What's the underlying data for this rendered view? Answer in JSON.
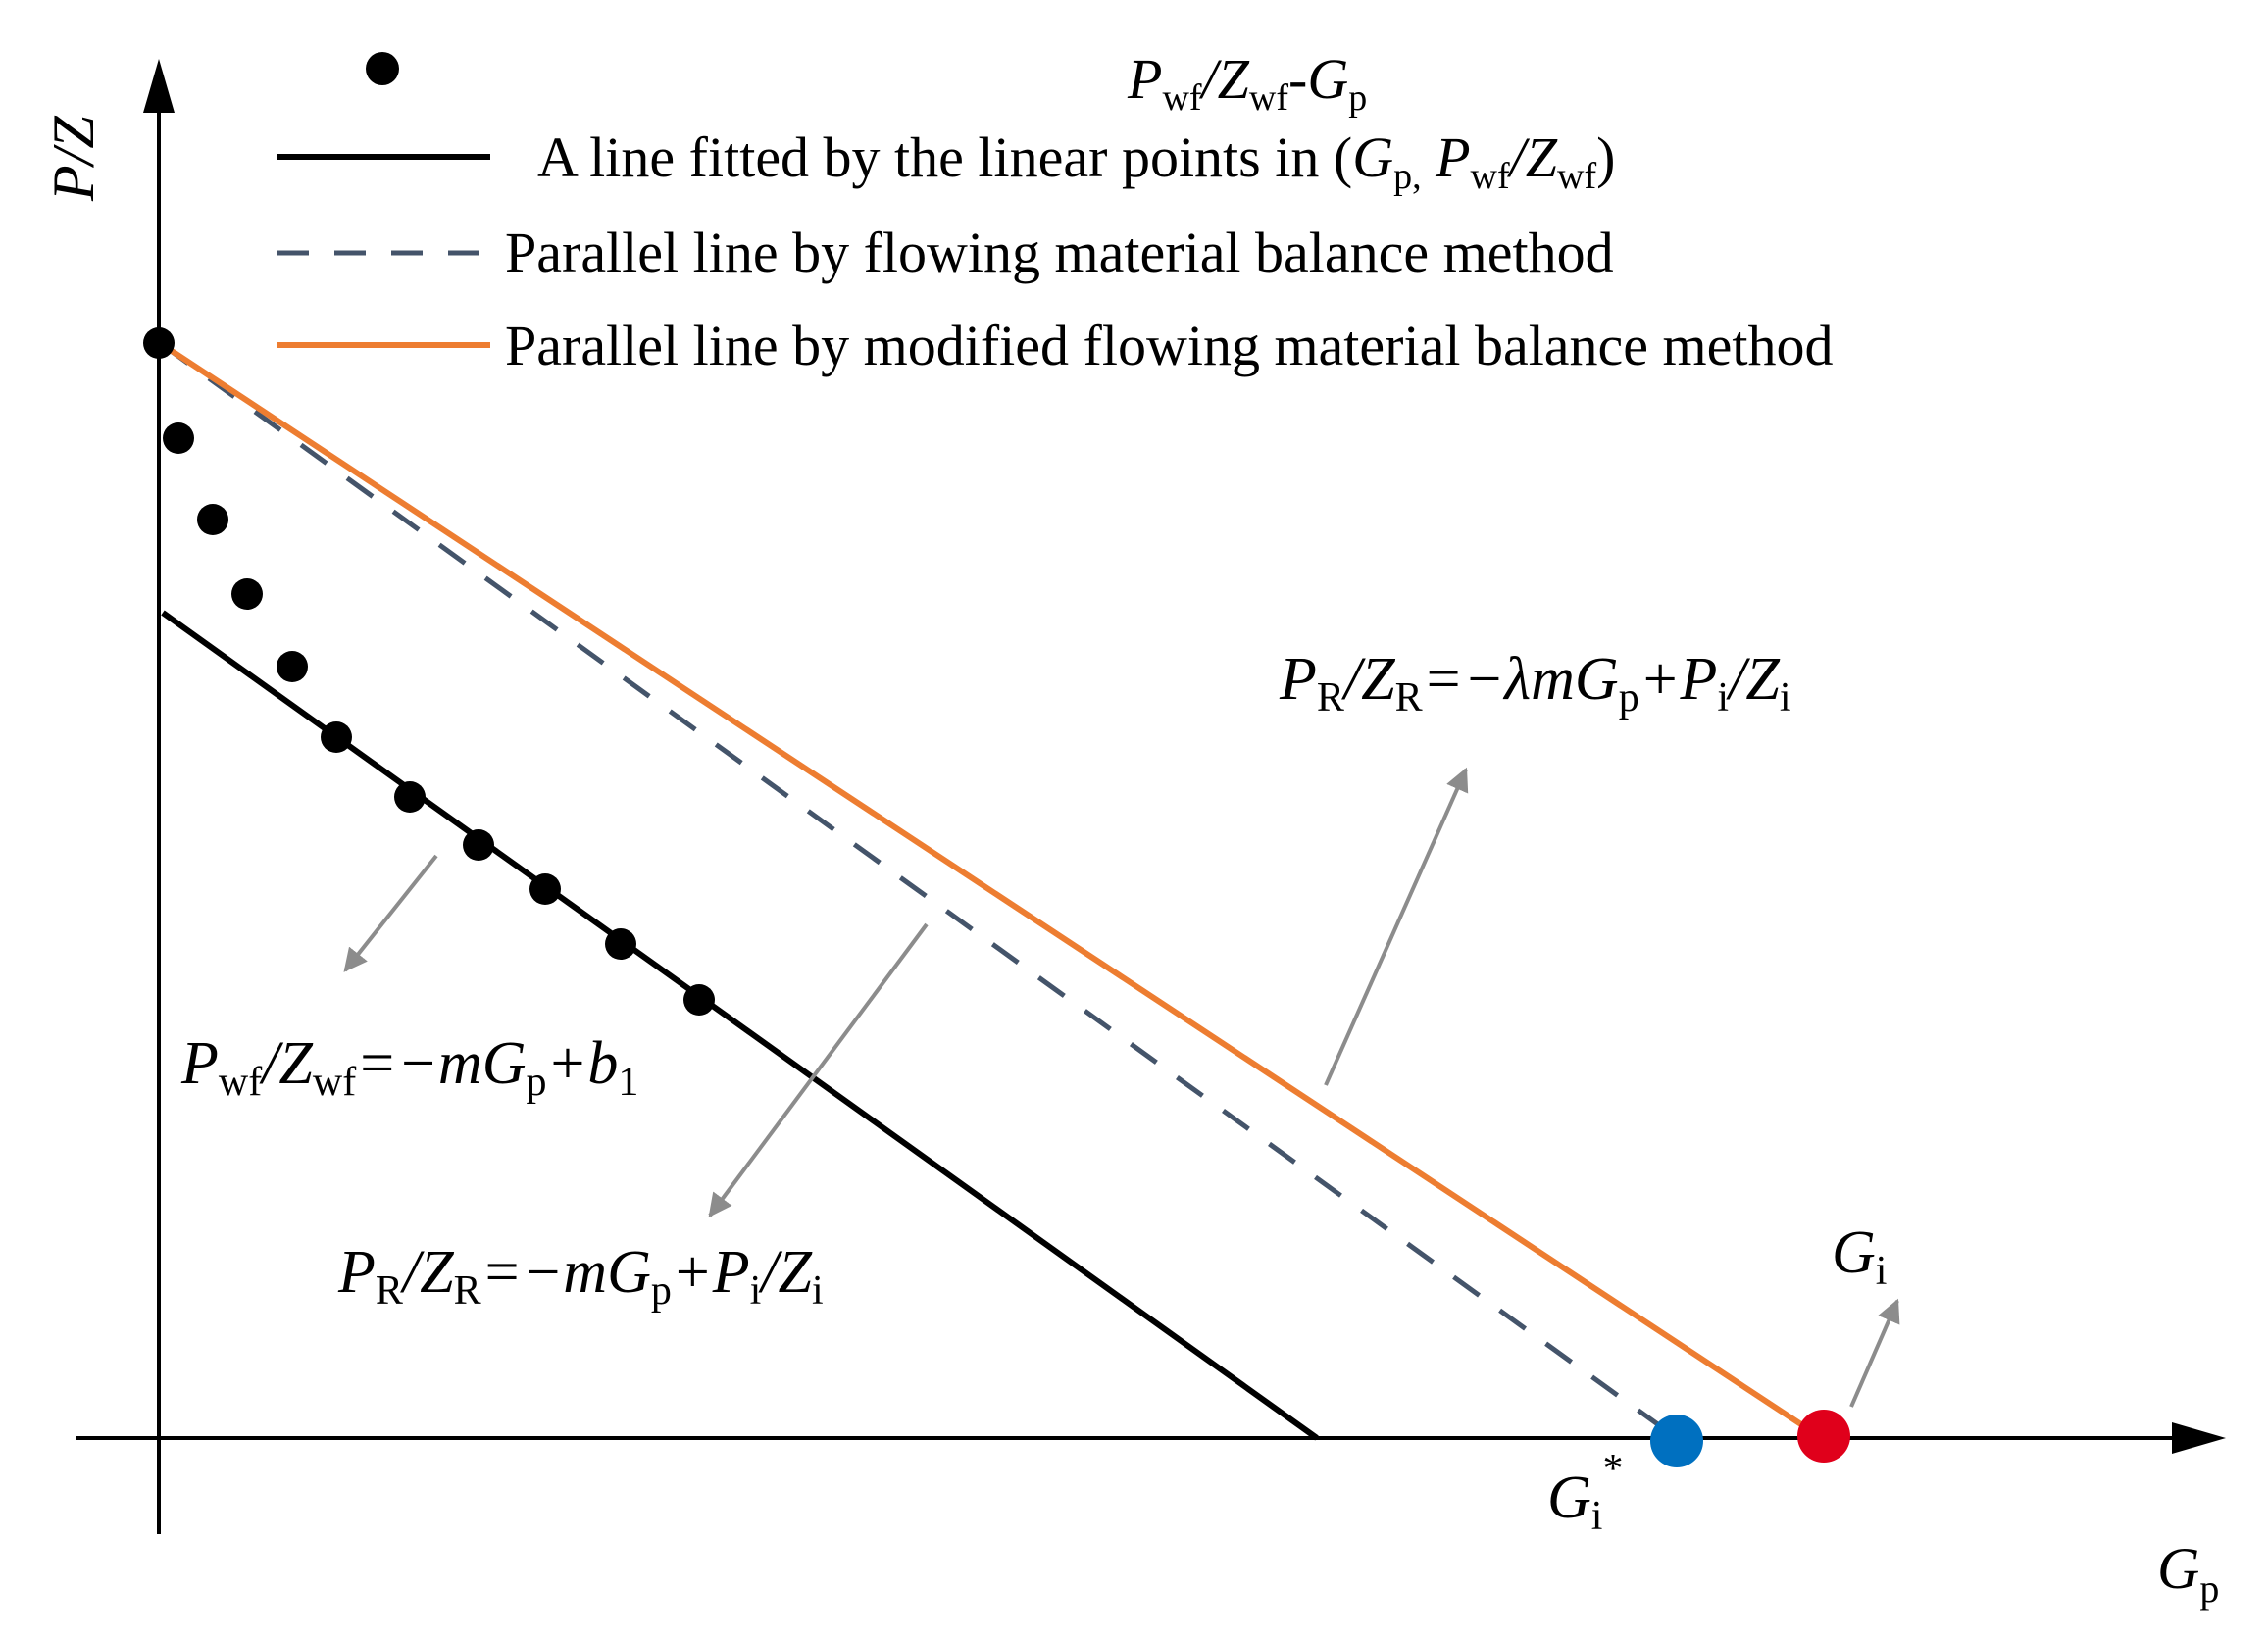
{
  "axes": {
    "y_label": "P/Z",
    "x_label_main": "G",
    "x_label_sub": "p"
  },
  "legend": {
    "marker_entry": {
      "a": "P",
      "a_sub": "wf",
      "b": "/Z",
      "b_sub": "wf",
      "c": "-G",
      "c_sub": "p"
    },
    "solid_black_entry": {
      "text": "A line fitted by the linear points in (",
      "g": "G",
      "g_sub": "p,",
      "p": " P",
      "p_sub": "wf",
      "z": "/Z",
      "z_sub": "wf",
      "close": ")"
    },
    "dashed_entry": "Parallel line by flowing material balance method",
    "orange_entry": "Parallel line by modified flowing material balance method"
  },
  "equations": {
    "orange_line": {
      "p": "P",
      "p_sub": "R",
      "z": "/Z",
      "z_sub": "R",
      "mid": "=−λmG",
      "mid_sub": "p",
      "end": "+P",
      "end_sub": "i",
      "end2": "/Z",
      "end2_sub": "i"
    },
    "black_line": {
      "p": "P",
      "p_sub": "wf",
      "z": "/Z",
      "z_sub": "wf",
      "mid": "=−mG",
      "mid_sub": "p",
      "end": "+b",
      "end_sub": "1"
    },
    "dashed_line": {
      "p": "P",
      "p_sub": "R",
      "z": "/Z",
      "z_sub": "R",
      "mid": "=−mG",
      "mid_sub": "p",
      "end": "+P",
      "end_sub": "i",
      "end2": "/Z",
      "end2_sub": "i"
    }
  },
  "markers": {
    "gi_main": "G",
    "gi_sub": "i",
    "gi_star_main": "G",
    "gi_star_sub": "i",
    "gi_star_sup": "*"
  },
  "colors": {
    "axis": "#000000",
    "fitted_line": "#000000",
    "dashed_line": "#44546a",
    "orange_line": "#ed7d31",
    "arrow_gray": "#8c8c8c",
    "gi_point": "#e0001b",
    "gi_star_point": "#0070c0"
  }
}
